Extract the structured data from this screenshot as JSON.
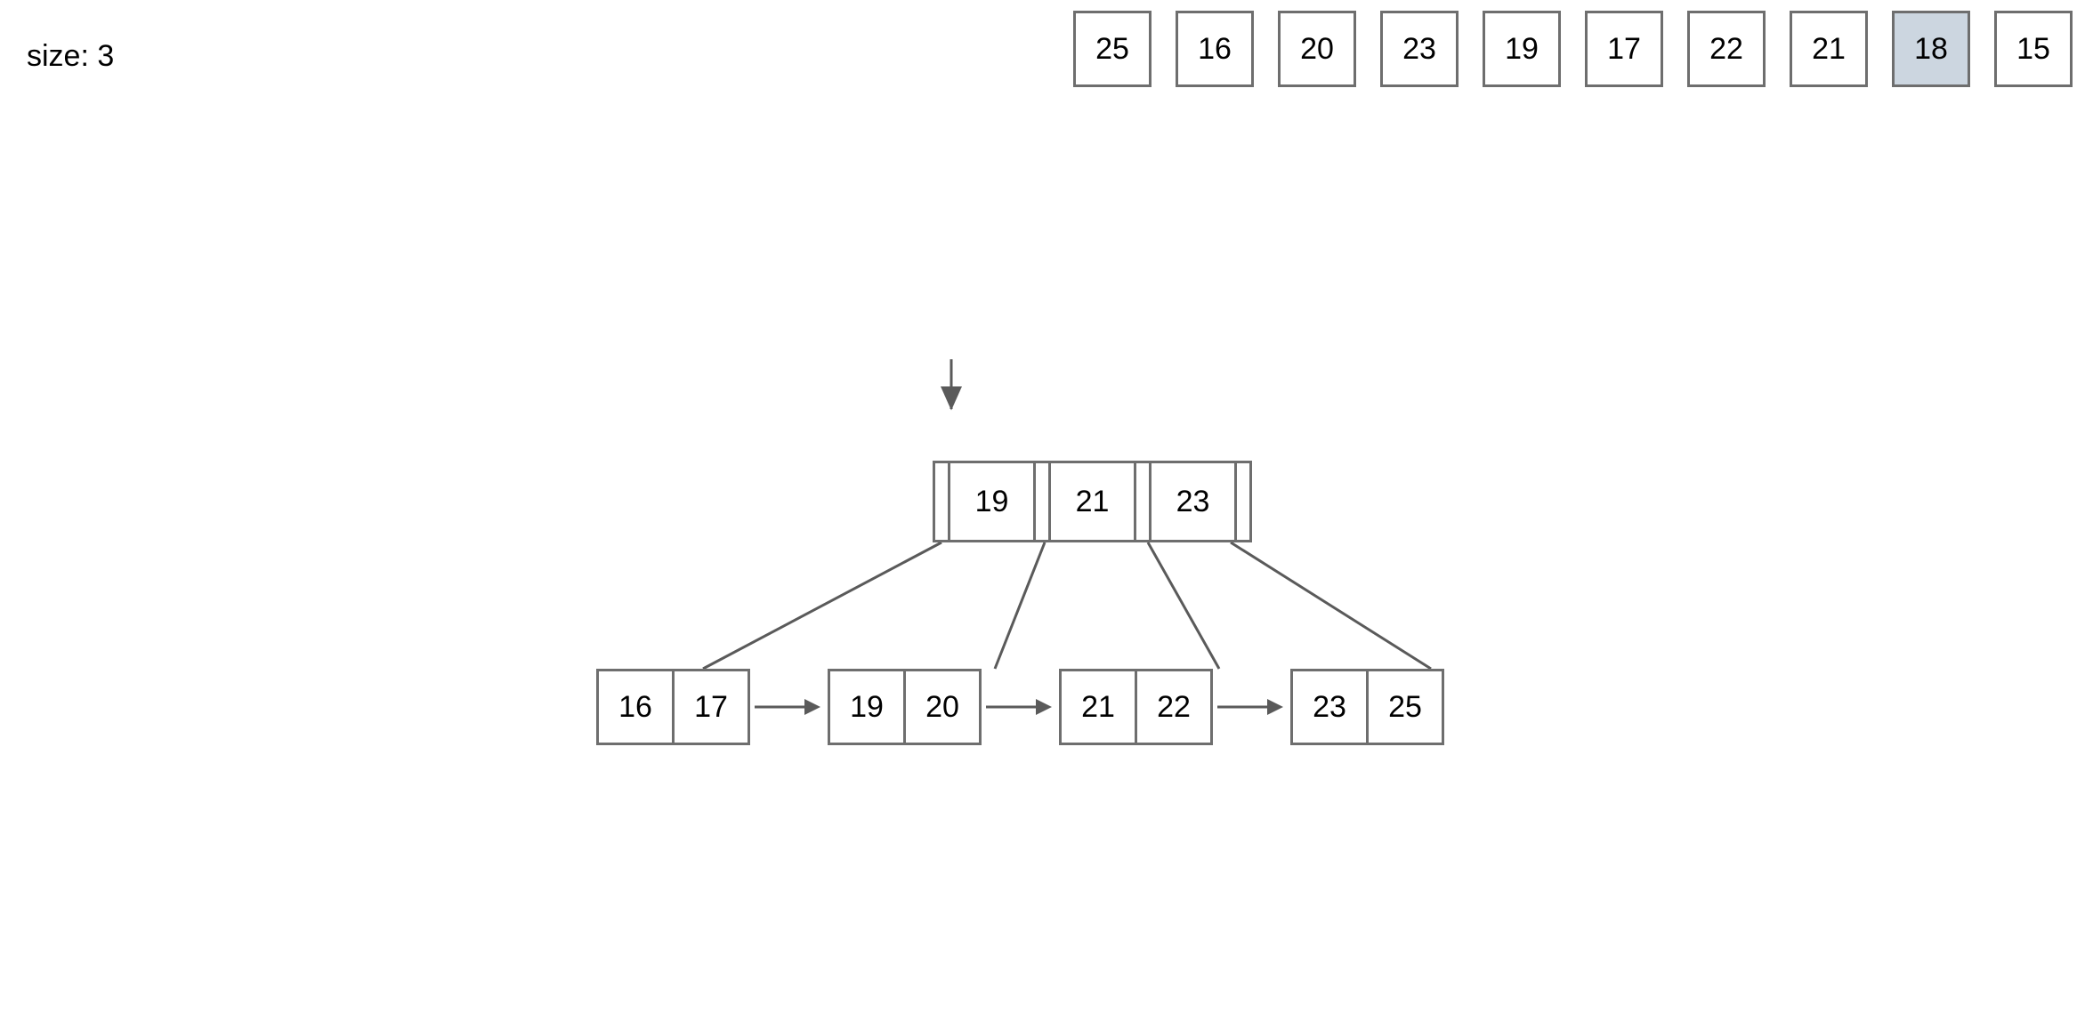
{
  "status": {
    "size_label": "size: 3"
  },
  "queue": {
    "items": [
      {
        "value": "25",
        "highlighted": false
      },
      {
        "value": "16",
        "highlighted": false
      },
      {
        "value": "20",
        "highlighted": false
      },
      {
        "value": "23",
        "highlighted": false
      },
      {
        "value": "19",
        "highlighted": false
      },
      {
        "value": "17",
        "highlighted": false
      },
      {
        "value": "22",
        "highlighted": false
      },
      {
        "value": "21",
        "highlighted": false
      },
      {
        "value": "18",
        "highlighted": true
      },
      {
        "value": "15",
        "highlighted": false
      }
    ]
  },
  "tree": {
    "insert_arrow": {
      "icon": "down-arrow-icon"
    },
    "root": {
      "keys": [
        "19",
        "21",
        "23"
      ],
      "pointer_count": 4
    },
    "leaf_groups": [
      {
        "values": [
          "16",
          "17"
        ]
      },
      {
        "values": [
          "19",
          "20"
        ]
      },
      {
        "values": [
          "21",
          "22"
        ]
      },
      {
        "values": [
          "23",
          "25"
        ]
      }
    ],
    "leaf_link_icon": "right-arrow-icon"
  },
  "colors": {
    "stroke": "#6e6e6e",
    "edge": "#5a5a5a",
    "highlight_fill": "#ccd6e0",
    "node_fill": "#ffffff",
    "text": "#000000"
  }
}
